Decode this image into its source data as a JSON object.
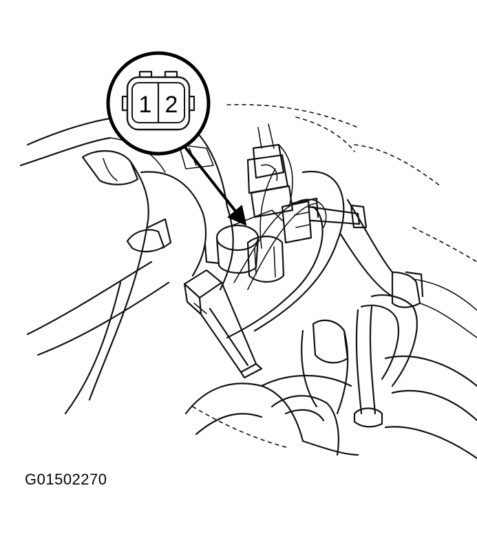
{
  "figure": {
    "code": "G01502270"
  },
  "connector": {
    "pin_1": "1",
    "pin_2": "2"
  }
}
